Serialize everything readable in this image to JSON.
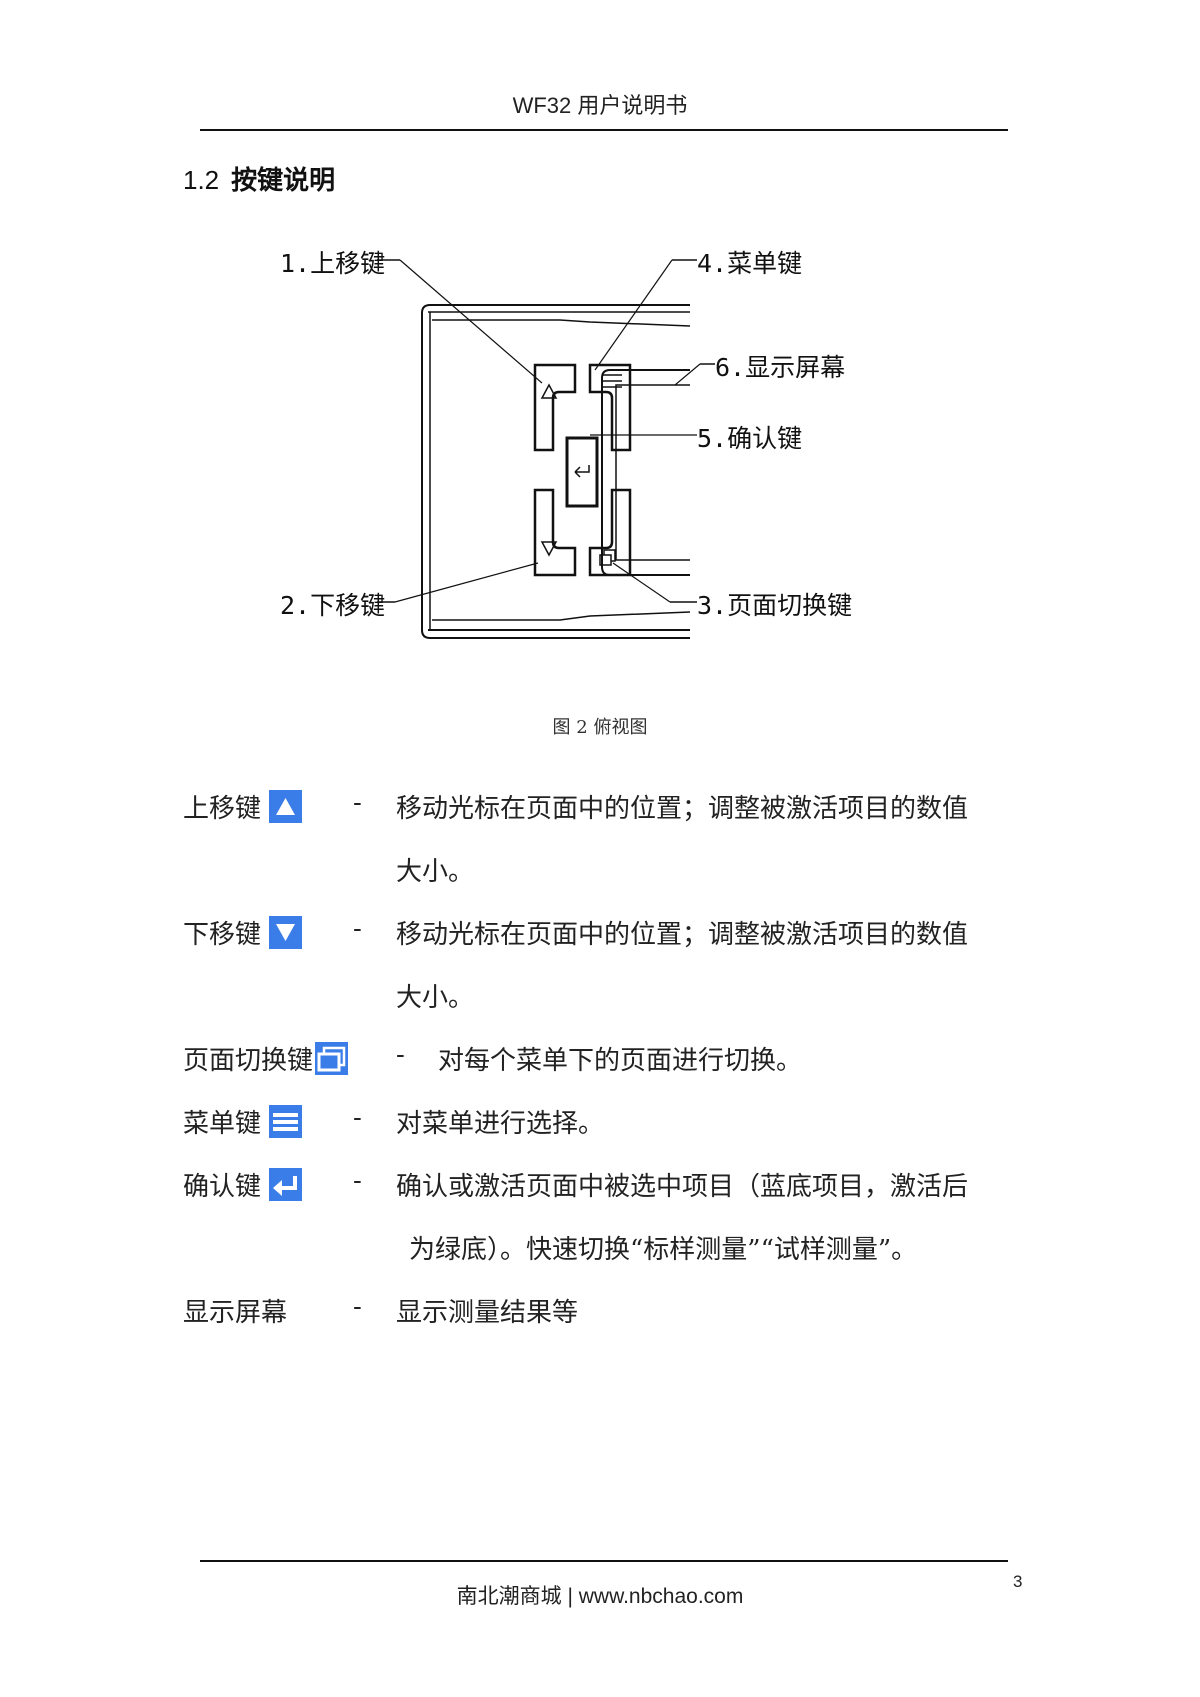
{
  "header": {
    "title": "WF32 用户说明书"
  },
  "section": {
    "number": "1.2",
    "title": "按键说明"
  },
  "diagram": {
    "labels": {
      "up_key": "1.上移键",
      "down_key": "2.下移键",
      "page_switch_key": "3.页面切换键",
      "menu_key": "4.菜单键",
      "confirm_key": "5.确认键",
      "display_screen": "6.显示屏幕"
    },
    "caption": "图 2  俯视图"
  },
  "keys": [
    {
      "name": "上移键",
      "icon": "triangle-up-icon",
      "dash": "-",
      "desc_line1": "移动光标在页面中的位置；调整被激活项目的数值",
      "desc_line2": "大小。"
    },
    {
      "name": "下移键",
      "icon": "triangle-down-icon",
      "dash": "-",
      "desc_line1": "移动光标在页面中的位置；调整被激活项目的数值",
      "desc_line2": "大小。"
    },
    {
      "name": "页面切换键",
      "icon": "page-switch-icon",
      "dash": "-",
      "desc_line1": "对每个菜单下的页面进行切换。"
    },
    {
      "name": "菜单键",
      "icon": "menu-icon",
      "dash": "-",
      "desc_line1": "对菜单进行选择。"
    },
    {
      "name": "确认键",
      "icon": "enter-icon",
      "dash": "-",
      "desc_line1": "确认或激活页面中被选中项目（蓝底项目，激活后",
      "desc_line2": "为绿底）。快速切换“标样测量”“试样测量”。"
    },
    {
      "name": "显示屏幕",
      "dash": "-",
      "desc_line1": "显示测量结果等"
    }
  ],
  "colors": {
    "key_icon_bg": "#3b7de8"
  },
  "footer": {
    "text": "南北潮商城 | www.nbchao.com",
    "page_number": "3"
  }
}
